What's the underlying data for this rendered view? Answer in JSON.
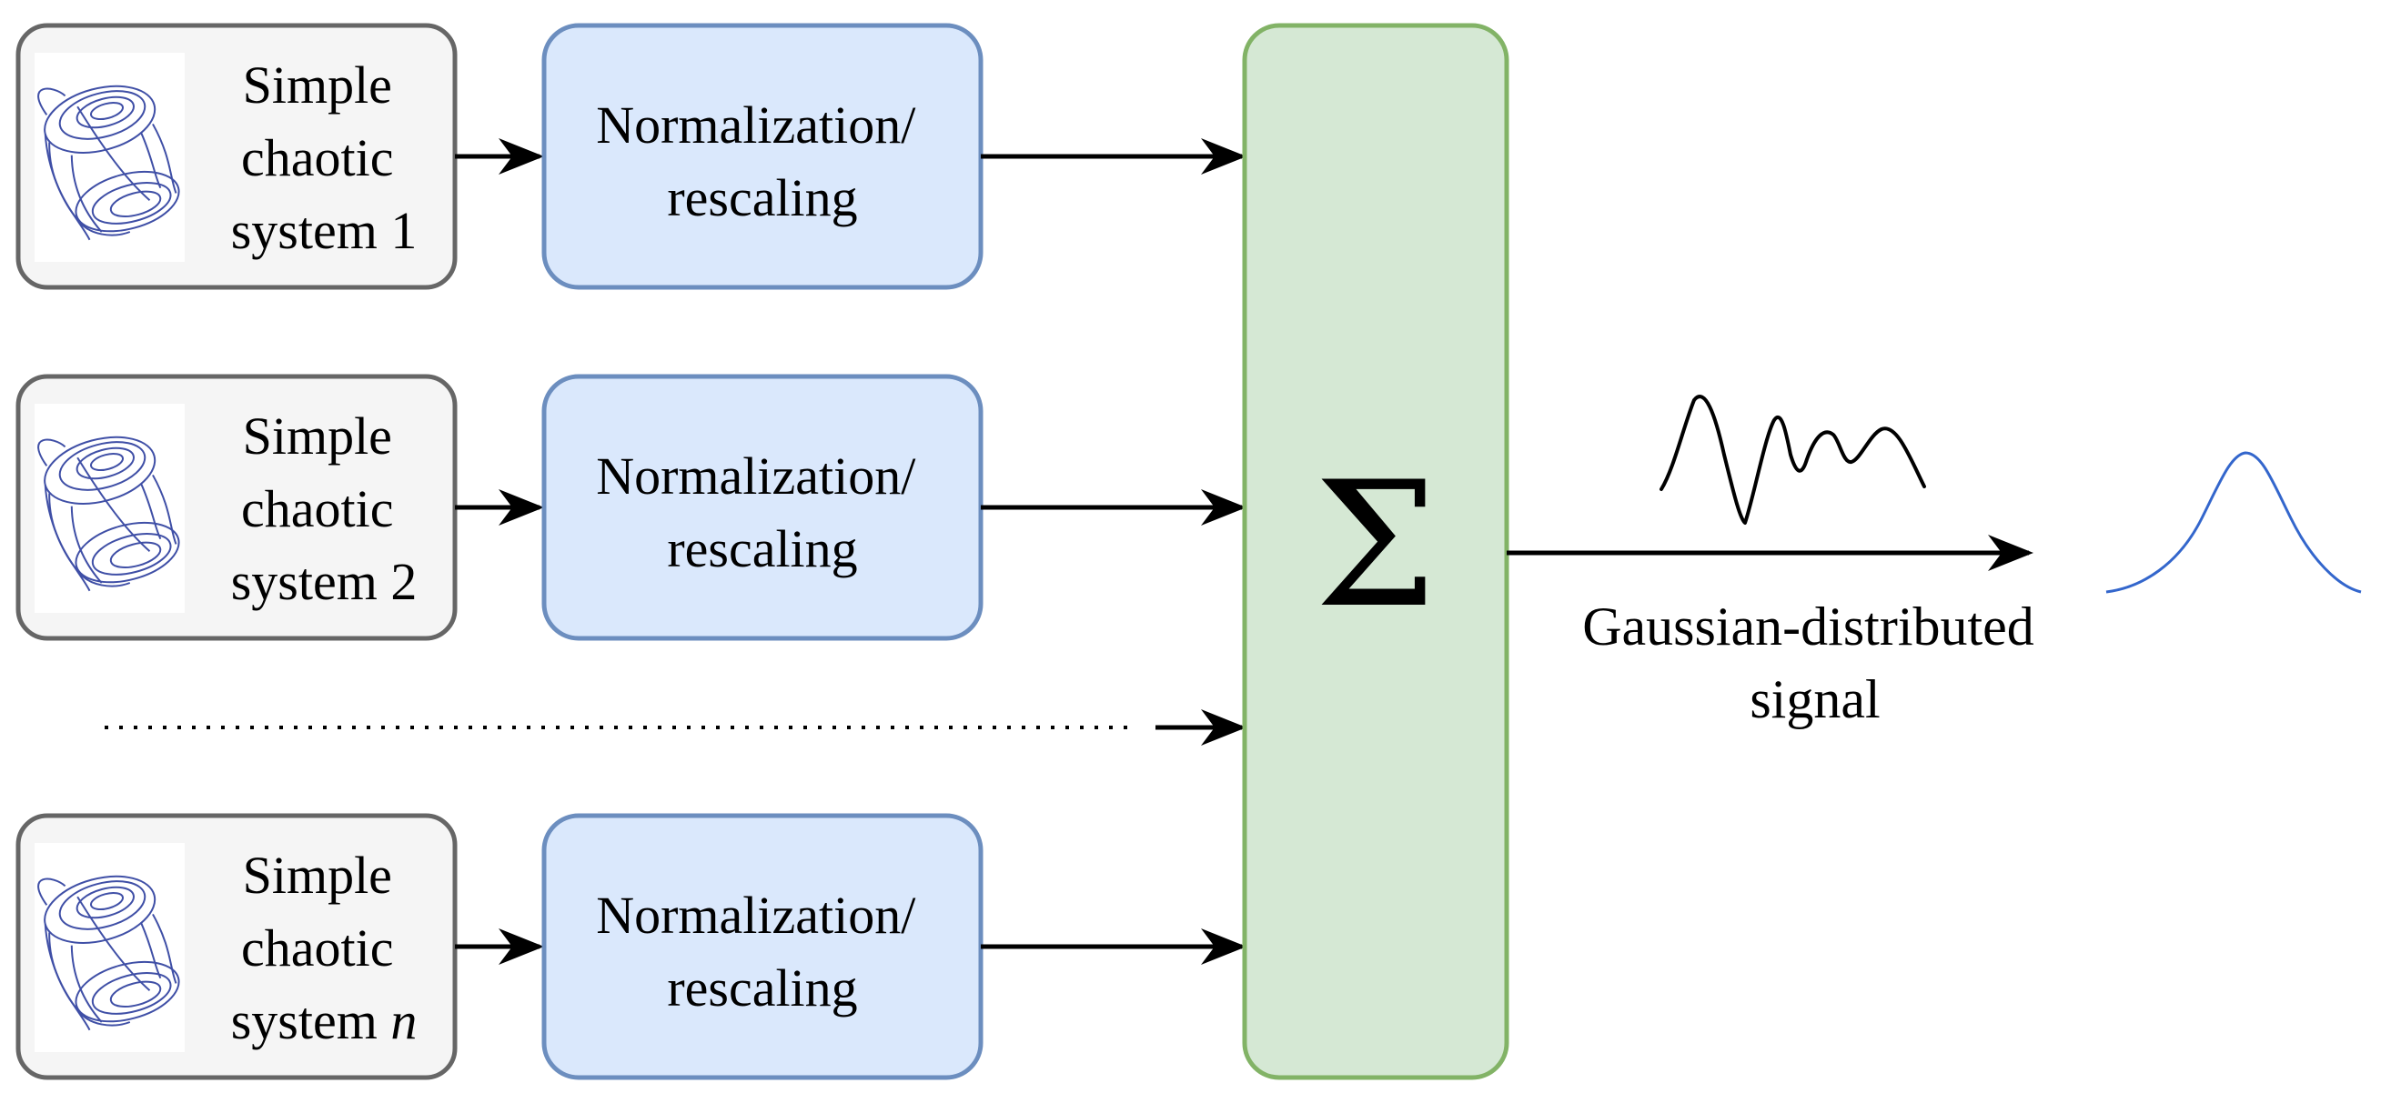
{
  "systems": [
    {
      "line1": "Simple",
      "line2": "chaotic",
      "line3_prefix": "system ",
      "line3_index": "1"
    },
    {
      "line1": "Simple",
      "line2": "chaotic",
      "line3_prefix": "system ",
      "line3_index": "2"
    },
    {
      "line1": "Simple",
      "line2": "chaotic",
      "line3_prefix": "system ",
      "line3_index": "n"
    }
  ],
  "normalization": [
    {
      "line1": "Normalization/",
      "line2": "rescaling"
    },
    {
      "line1": "Normalization/",
      "line2": "rescaling"
    },
    {
      "line1": "Normalization/",
      "line2": "rescaling"
    }
  ],
  "summation": {
    "symbol": "Σ"
  },
  "output": {
    "line1": "Gaussian-distributed",
    "line2": "signal"
  },
  "colors": {
    "system_fill": "#f5f5f5",
    "system_stroke": "#666666",
    "norm_fill": "#dae8fc",
    "norm_stroke": "#6c8ebf",
    "sum_fill": "#d5e8d4",
    "sum_stroke": "#82b366",
    "attractor": "#3f4fa6",
    "gaussian_curve": "#3366cc",
    "arrow": "#000000"
  },
  "icons": {
    "attractor": "chaotic-attractor-icon",
    "noisy_signal": "noisy-signal-icon",
    "gaussian": "gaussian-curve-icon"
  }
}
